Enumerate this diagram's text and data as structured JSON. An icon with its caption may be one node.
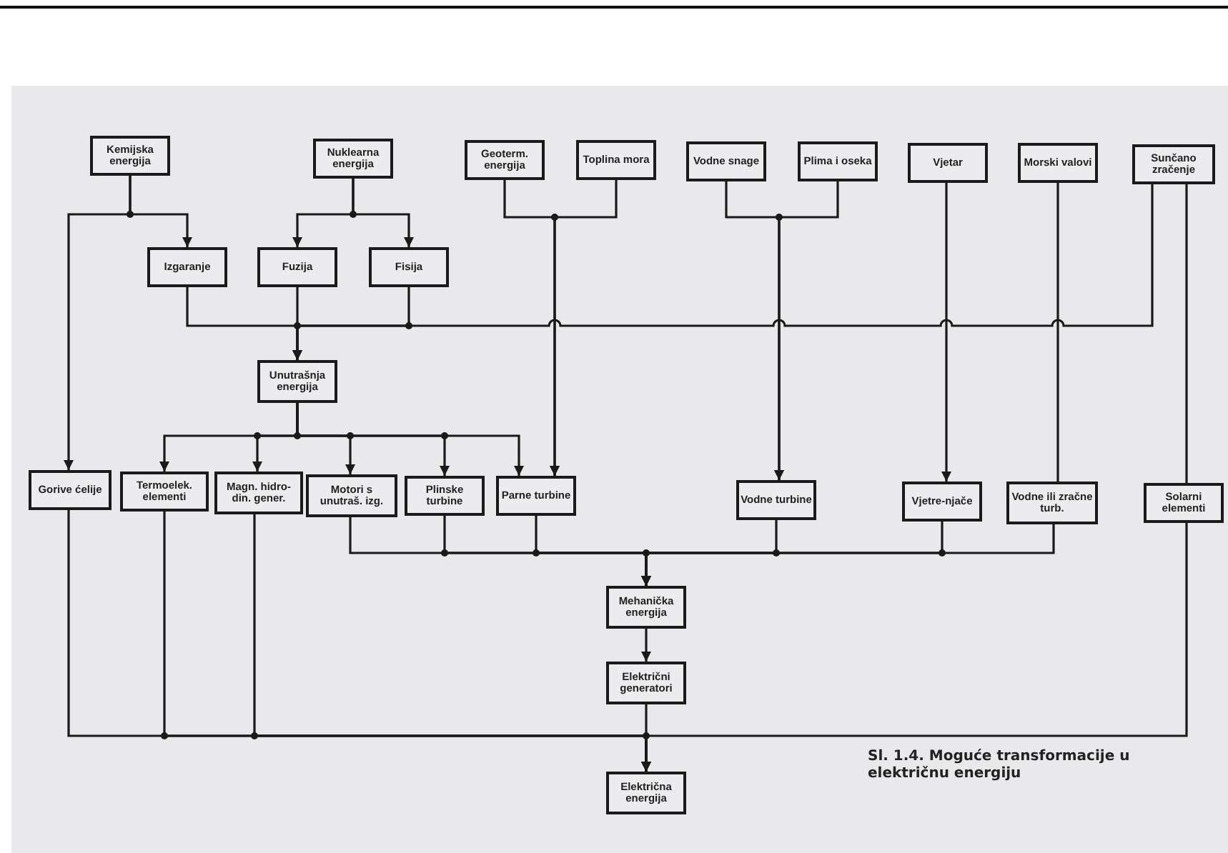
{
  "diagram": {
    "caption": "Sl. 1.4. Moguće transformacije u električnu energiju",
    "nodes": [
      {
        "text": [
          "Kemijska energija"
        ]
      },
      {
        "text": [
          "Nuklearna energija"
        ]
      },
      {
        "text": [
          "Geoterm. energija"
        ]
      },
      {
        "text": [
          "Toplina mora"
        ]
      },
      {
        "text": [
          "Vodne snage"
        ]
      },
      {
        "text": [
          "Plima i oseka"
        ]
      },
      {
        "text": [
          "Vjetar"
        ]
      },
      {
        "text": [
          "Morski valovi"
        ]
      },
      {
        "text": [
          "Sunčano zračenje"
        ]
      },
      {
        "text": [
          "Izgaranje"
        ]
      },
      {
        "text": [
          "Fuzija"
        ]
      },
      {
        "text": [
          "Fisija"
        ]
      },
      {
        "text": [
          "Unutrašnja energija"
        ]
      },
      {
        "text": [
          "Gorive ćelije"
        ]
      },
      {
        "text": [
          "Termoelek. elementi"
        ]
      },
      {
        "text": [
          "Magn. hidro-din. gener."
        ]
      },
      {
        "text": [
          "Motori s unutraš. izg."
        ]
      },
      {
        "text": [
          "Plinske turbine"
        ]
      },
      {
        "text": [
          "Parne turbine"
        ]
      },
      {
        "text": [
          "Vodne turbine"
        ]
      },
      {
        "text": [
          "Vjetre-njače"
        ]
      },
      {
        "text": [
          "Vodne ili zračne turb."
        ]
      },
      {
        "text": [
          "Solarni elementi"
        ]
      },
      {
        "text": [
          "Mehanička energija"
        ]
      },
      {
        "text": [
          "Električni generatori"
        ]
      },
      {
        "text": [
          "Električna energija"
        ]
      }
    ],
    "edges": [
      {
        "from": 0,
        "to": 13,
        "arrow": "to"
      },
      {
        "from": 0,
        "to": 9,
        "arrow": "to"
      },
      {
        "from": 1,
        "to": 10,
        "arrow": "to"
      },
      {
        "from": 1,
        "to": 11,
        "arrow": "to"
      },
      {
        "from": 9,
        "to": 12,
        "arrow": "to"
      },
      {
        "from": 10,
        "to": 12,
        "arrow": "to"
      },
      {
        "from": 11,
        "to": 12,
        "arrow": "to"
      },
      {
        "from": 8,
        "to": 12,
        "arrow": "to"
      },
      {
        "from": 2,
        "to": 18,
        "arrow": "to"
      },
      {
        "from": 3,
        "to": 18,
        "arrow": "to"
      },
      {
        "from": 4,
        "to": 19,
        "arrow": "to"
      },
      {
        "from": 5,
        "to": 19,
        "arrow": "to"
      },
      {
        "from": 6,
        "to": 20,
        "arrow": "to"
      },
      {
        "from": 7,
        "to": 21,
        "arrow": "none"
      },
      {
        "from": 8,
        "to": 22,
        "arrow": "none"
      },
      {
        "from": 12,
        "to": 14,
        "arrow": "to"
      },
      {
        "from": 12,
        "to": 15,
        "arrow": "to"
      },
      {
        "from": 12,
        "to": 16,
        "arrow": "to"
      },
      {
        "from": 12,
        "to": 17,
        "arrow": "to"
      },
      {
        "from": 12,
        "to": 18,
        "arrow": "to"
      },
      {
        "from": 16,
        "to": 23,
        "arrow": "to"
      },
      {
        "from": 17,
        "to": 23,
        "arrow": "to"
      },
      {
        "from": 18,
        "to": 23,
        "arrow": "to"
      },
      {
        "from": 19,
        "to": 23,
        "arrow": "to"
      },
      {
        "from": 20,
        "to": 23,
        "arrow": "to"
      },
      {
        "from": 21,
        "to": 23,
        "arrow": "to"
      },
      {
        "from": 23,
        "to": 24,
        "arrow": "to"
      },
      {
        "from": 13,
        "to": 25,
        "arrow": "to"
      },
      {
        "from": 14,
        "to": 25,
        "arrow": "to"
      },
      {
        "from": 15,
        "to": 25,
        "arrow": "to"
      },
      {
        "from": 24,
        "to": 25,
        "arrow": "to"
      },
      {
        "from": 22,
        "to": 25,
        "arrow": "to"
      }
    ]
  }
}
